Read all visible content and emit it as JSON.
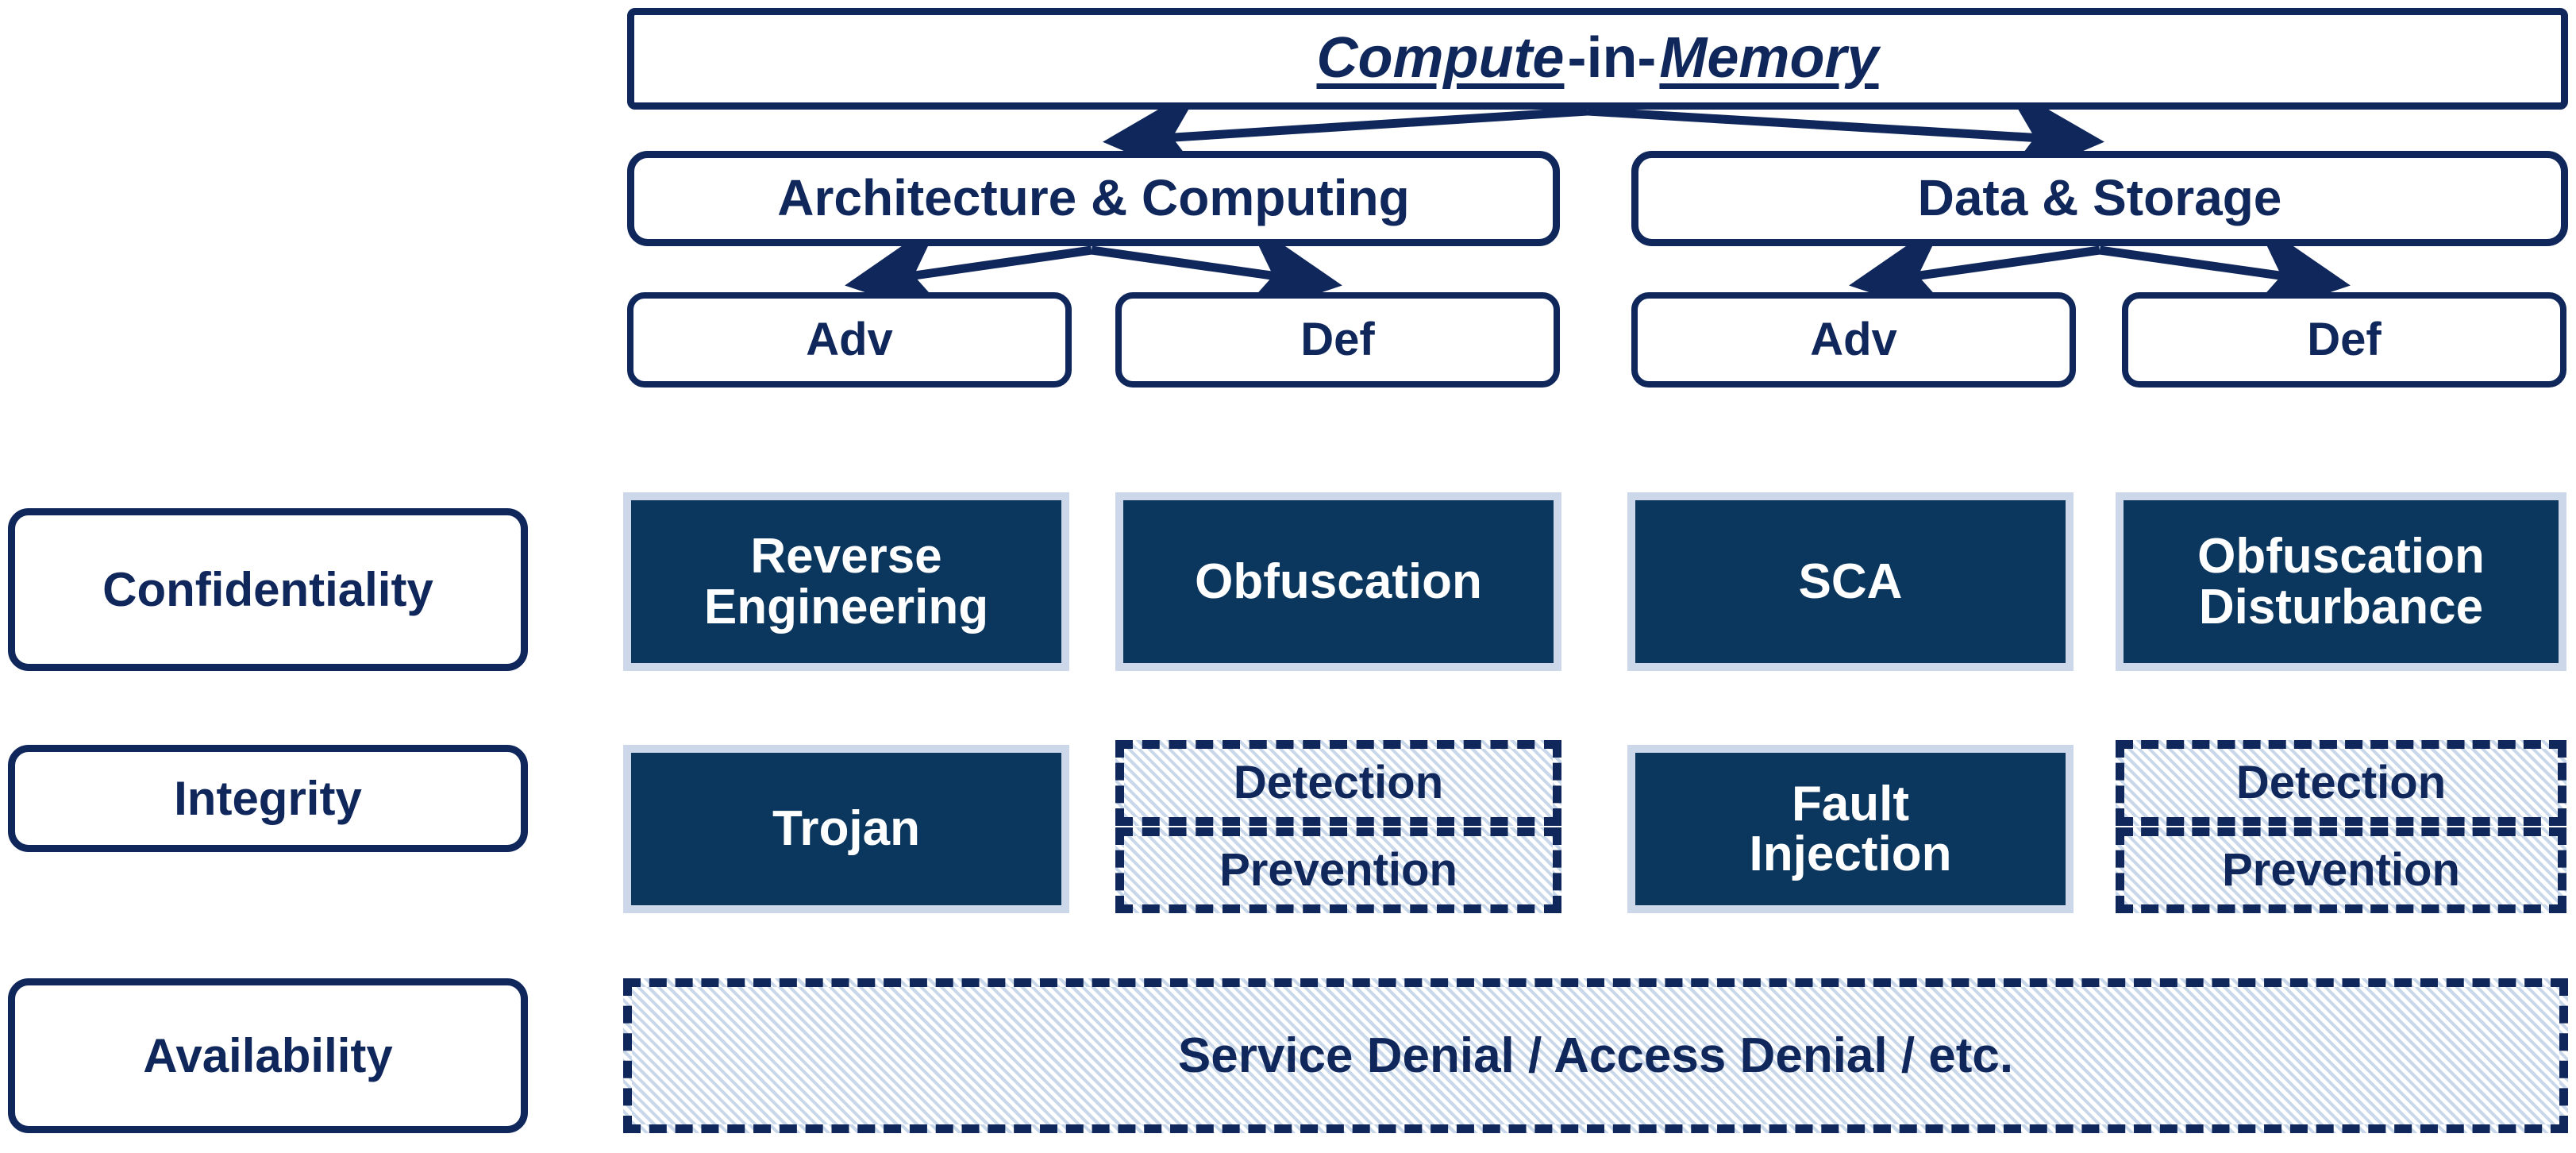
{
  "diagram": {
    "title": {
      "part1": "Compute ",
      "mid": "-in-",
      "part2": " Memory"
    },
    "categories": [
      {
        "id": "architecture-computing",
        "label": "Architecture & Computing"
      },
      {
        "id": "data-storage",
        "label": "Data & Storage"
      }
    ],
    "leaves": [
      {
        "id": "arch-adv",
        "label": "Adv"
      },
      {
        "id": "arch-def",
        "label": "Def"
      },
      {
        "id": "data-adv",
        "label": "Adv"
      },
      {
        "id": "data-def",
        "label": "Def"
      }
    ],
    "row_labels": [
      {
        "id": "confidentiality",
        "label": "Confidentiality"
      },
      {
        "id": "integrity",
        "label": "Integrity"
      },
      {
        "id": "availability",
        "label": "Availability"
      }
    ],
    "confidentiality_row": [
      {
        "id": "reverse-engineering",
        "line1": "Reverse",
        "line2": "Engineering",
        "style": "filled"
      },
      {
        "id": "obfuscation-arch",
        "line1": "Obfuscation",
        "line2": "",
        "style": "filled"
      },
      {
        "id": "sca",
        "line1": "SCA",
        "line2": "",
        "style": "filled"
      },
      {
        "id": "obfuscation-disturbance",
        "line1": "Obfuscation",
        "line2": "Disturbance",
        "style": "filled"
      }
    ],
    "integrity_row": [
      {
        "id": "trojan",
        "line1": "Trojan",
        "line2": "",
        "style": "filled"
      },
      {
        "id": "detection-arch",
        "label": "Detection",
        "style": "dashed"
      },
      {
        "id": "prevention-arch",
        "label": "Prevention",
        "style": "dashed"
      },
      {
        "id": "fault-injection",
        "line1": "Fault",
        "line2": "Injection",
        "style": "filled"
      },
      {
        "id": "detection-data",
        "label": "Detection",
        "style": "dashed"
      },
      {
        "id": "prevention-data",
        "label": "Prevention",
        "style": "dashed"
      }
    ],
    "availability_row": {
      "id": "availability-bar",
      "label": "Service Denial / Access Denial / etc.",
      "style": "dashed"
    },
    "colors": {
      "navy_outline": "#10275c",
      "navy_fill": "#0b375f",
      "fill_border": "#ccd8ea",
      "hatch": "#c8d7e9",
      "text_on_fill": "#ffffff",
      "background": "#ffffff"
    }
  }
}
